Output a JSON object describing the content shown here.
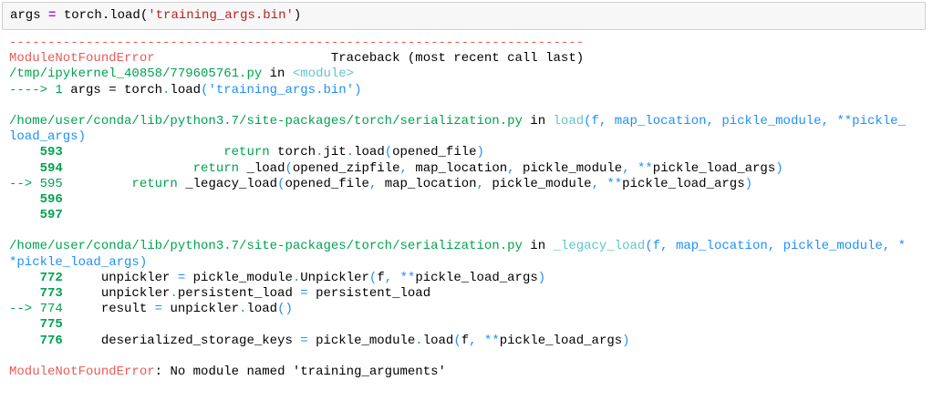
{
  "input_cell": {
    "segments": [
      [
        "args ",
        "k"
      ],
      [
        "=",
        "p"
      ],
      [
        " torch.load(",
        "k"
      ],
      [
        "'training_args.bin'",
        "s"
      ],
      [
        ")",
        "k"
      ]
    ]
  },
  "output": {
    "lines": [
      [
        [
          "---------------------------------------------------------------------------",
          "r"
        ]
      ],
      [
        [
          "ModuleNotFoundError",
          "r"
        ],
        [
          "                       Traceback (most recent call last)",
          "k"
        ]
      ],
      [
        [
          "/tmp/ipykernel_40858/779605761.py",
          "g"
        ],
        [
          " in ",
          "k"
        ],
        [
          "<module>",
          "c"
        ]
      ],
      [
        [
          "----> 1 ",
          "g"
        ],
        [
          "args = torch",
          "k"
        ],
        [
          ".",
          "b"
        ],
        [
          "load",
          "k"
        ],
        [
          "(",
          "b"
        ],
        [
          "'training_args.bin'",
          "b"
        ],
        [
          ")",
          "b"
        ]
      ],
      [],
      [
        [
          "/home/user/conda/lib/python3.7/site-packages/torch/serialization.py",
          "g"
        ],
        [
          " in ",
          "k"
        ],
        [
          "load",
          "c"
        ],
        [
          "(f, map_location, pickle_module, **pickle_",
          "b"
        ]
      ],
      [
        [
          "load_args)",
          "b"
        ]
      ],
      [
        [
          "    593 ",
          "gb"
        ],
        [
          "                    return",
          "g"
        ],
        [
          " torch",
          "k"
        ],
        [
          ".",
          "b"
        ],
        [
          "jit",
          "k"
        ],
        [
          ".",
          "b"
        ],
        [
          "load",
          "k"
        ],
        [
          "(",
          "b"
        ],
        [
          "opened_file",
          "k"
        ],
        [
          ")",
          "b"
        ]
      ],
      [
        [
          "    594 ",
          "gb"
        ],
        [
          "                return",
          "g"
        ],
        [
          " _load",
          "k"
        ],
        [
          "(",
          "b"
        ],
        [
          "opened_zipfile",
          "k"
        ],
        [
          ", ",
          "b"
        ],
        [
          "map_location",
          "k"
        ],
        [
          ", ",
          "b"
        ],
        [
          "pickle_module",
          "k"
        ],
        [
          ", **",
          "b"
        ],
        [
          "pickle_load_args",
          "k"
        ],
        [
          ")",
          "b"
        ]
      ],
      [
        [
          "--> 595 ",
          "g"
        ],
        [
          "        return",
          "g"
        ],
        [
          " _legacy_load",
          "k"
        ],
        [
          "(",
          "b"
        ],
        [
          "opened_file",
          "k"
        ],
        [
          ", ",
          "b"
        ],
        [
          "map_location",
          "k"
        ],
        [
          ", ",
          "b"
        ],
        [
          "pickle_module",
          "k"
        ],
        [
          ", **",
          "b"
        ],
        [
          "pickle_load_args",
          "k"
        ],
        [
          ")",
          "b"
        ]
      ],
      [
        [
          "    596 ",
          "gb"
        ]
      ],
      [
        [
          "    597 ",
          "gb"
        ]
      ],
      [],
      [
        [
          "/home/user/conda/lib/python3.7/site-packages/torch/serialization.py",
          "g"
        ],
        [
          " in ",
          "k"
        ],
        [
          "_legacy_load",
          "c"
        ],
        [
          "(f, map_location, pickle_module, *",
          "b"
        ]
      ],
      [
        [
          "*pickle_load_args)",
          "b"
        ]
      ],
      [
        [
          "    772 ",
          "gb"
        ],
        [
          "    unpickler ",
          "k"
        ],
        [
          "=",
          "b"
        ],
        [
          " pickle_module",
          "k"
        ],
        [
          ".",
          "b"
        ],
        [
          "Unpickler",
          "k"
        ],
        [
          "(",
          "b"
        ],
        [
          "f",
          "k"
        ],
        [
          ", **",
          "b"
        ],
        [
          "pickle_load_args",
          "k"
        ],
        [
          ")",
          "b"
        ]
      ],
      [
        [
          "    773 ",
          "gb"
        ],
        [
          "    unpickler",
          "k"
        ],
        [
          ".",
          "b"
        ],
        [
          "persistent_load ",
          "k"
        ],
        [
          "=",
          "b"
        ],
        [
          " persistent_load",
          "k"
        ]
      ],
      [
        [
          "--> 774 ",
          "g"
        ],
        [
          "    result ",
          "k"
        ],
        [
          "=",
          "b"
        ],
        [
          " unpickler",
          "k"
        ],
        [
          ".",
          "b"
        ],
        [
          "load",
          "k"
        ],
        [
          "()",
          "b"
        ]
      ],
      [
        [
          "    775 ",
          "gb"
        ]
      ],
      [
        [
          "    776 ",
          "gb"
        ],
        [
          "    deserialized_storage_keys ",
          "k"
        ],
        [
          "=",
          "b"
        ],
        [
          " pickle_module",
          "k"
        ],
        [
          ".",
          "b"
        ],
        [
          "load",
          "k"
        ],
        [
          "(",
          "b"
        ],
        [
          "f",
          "k"
        ],
        [
          ", **",
          "b"
        ],
        [
          "pickle_load_args",
          "k"
        ],
        [
          ")",
          "b"
        ]
      ],
      [],
      [
        [
          "ModuleNotFoundError",
          "r"
        ],
        [
          ": No module named 'training_arguments'",
          "k"
        ]
      ]
    ]
  }
}
